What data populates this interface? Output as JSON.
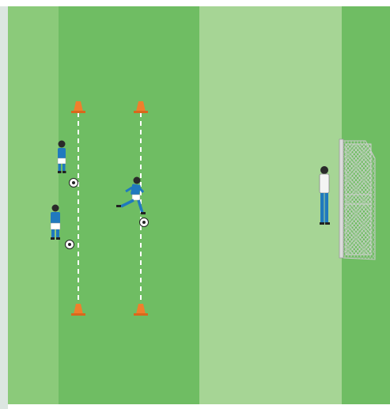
{
  "diagram": {
    "kind": "soccer training drill",
    "frame_color": "#ffffff",
    "side_strip_color": "#dce6e1",
    "grass_colors": {
      "light": "#a6d595",
      "mid": "#8bca7a",
      "dark": "#6fbd63"
    },
    "cone_color": "#ef7f2c",
    "kit_color": "#2079be",
    "coach_shirt_color": "#f4f4f4",
    "line_color": "#ffffff",
    "elements": [
      "cone",
      "dashed-line",
      "player-blue",
      "ball",
      "coach",
      "goal-with-net"
    ]
  }
}
